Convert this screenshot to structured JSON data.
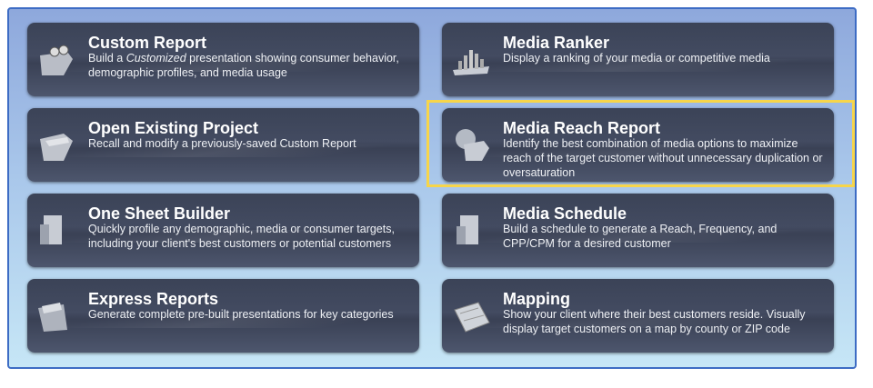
{
  "colors": {
    "highlight": "#f7d54a",
    "card": "#3f475c",
    "border": "#3d6cc4"
  },
  "cards": [
    {
      "title": "Custom Report",
      "desc_pre": "Build a ",
      "desc_em": "Customized",
      "desc_post": " presentation showing consumer behavior, demographic profiles, and media usage",
      "icon": "binoculars-folder-icon"
    },
    {
      "title": "Media Ranker",
      "desc": "Display a ranking of your media or competitive media",
      "icon": "bar-chart-icon"
    },
    {
      "title": "Open Existing Project",
      "desc": "Recall and modify a previously-saved Custom Report",
      "icon": "open-folder-icon"
    },
    {
      "title": "Media Reach Report",
      "desc": "Identify the best combination of media options to maximize reach of the target customer without unnecessary duplication or oversaturation",
      "icon": "globe-folder-icon"
    },
    {
      "title": "One Sheet Builder",
      "desc": "Quickly profile any demographic, media or consumer targets, including your client's best customers or potential customers",
      "icon": "document-icon"
    },
    {
      "title": "Media Schedule",
      "desc": "Build a schedule to generate a Reach, Frequency, and CPP/CPM for a desired customer",
      "icon": "schedule-document-icon"
    },
    {
      "title": "Express Reports",
      "desc": "Generate complete pre-built presentations for key categories",
      "icon": "file-box-icon"
    },
    {
      "title": "Mapping",
      "desc": "Show your client where their best customers reside. Visually display target customers on a map by county or ZIP code",
      "icon": "map-icon"
    }
  ]
}
